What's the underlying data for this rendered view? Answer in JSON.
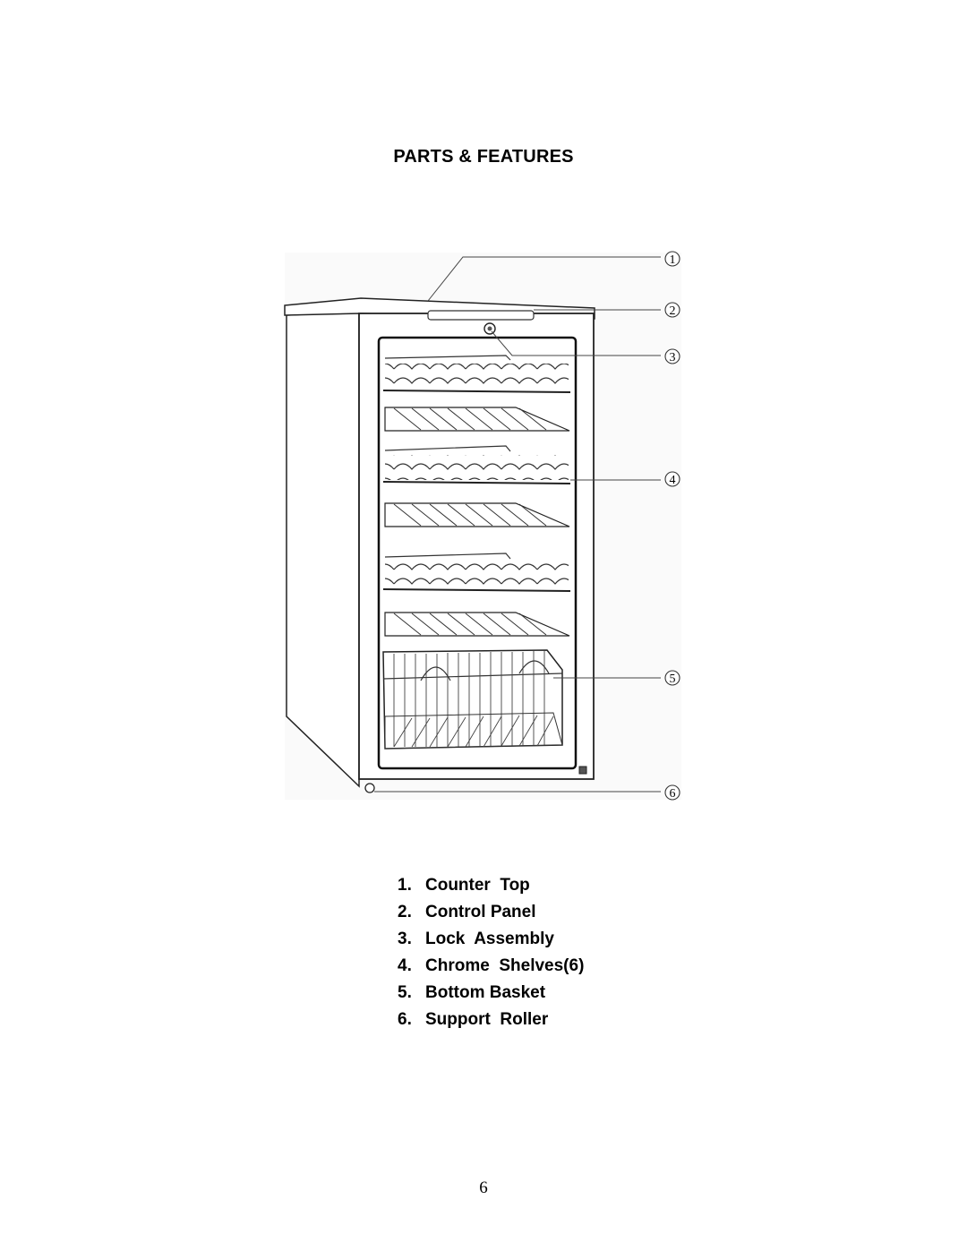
{
  "page": {
    "title": "PARTS & FEATURES",
    "page_number": "6"
  },
  "figure": {
    "callouts": [
      "1",
      "2",
      "3",
      "4",
      "5",
      "6"
    ]
  },
  "parts": [
    {
      "num": "1.",
      "label": "Counter  Top"
    },
    {
      "num": "2.",
      "label": "Control Panel"
    },
    {
      "num": "3.",
      "label": "Lock  Assembly"
    },
    {
      "num": "4.",
      "label": "Chrome  Shelves(6)"
    },
    {
      "num": "5.",
      "label": "Bottom Basket"
    },
    {
      "num": "6.",
      "label": "Support  Roller"
    }
  ]
}
